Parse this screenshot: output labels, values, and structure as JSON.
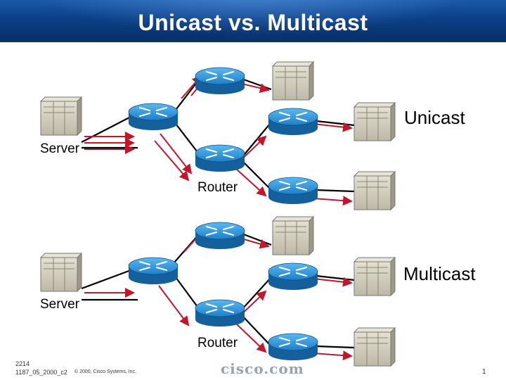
{
  "title": "Unicast vs. Multicast",
  "unicast": {
    "label": "Unicast",
    "server_label": "Server",
    "router_label": "Router"
  },
  "multicast": {
    "label": "Multicast",
    "server_label": "Server",
    "router_label": "Router"
  },
  "footer": {
    "slide_code": "2214",
    "course_code": "1187_05_2000_c2",
    "copyright": "© 2000, Cisco Systems, Inc.",
    "logo": "cisco.com",
    "page_number": "1"
  },
  "colors": {
    "header": "#0b3f86",
    "router": "#1e7fc8",
    "arrow": "#c0182a",
    "link": "#000000",
    "host": "#cfcabb"
  }
}
